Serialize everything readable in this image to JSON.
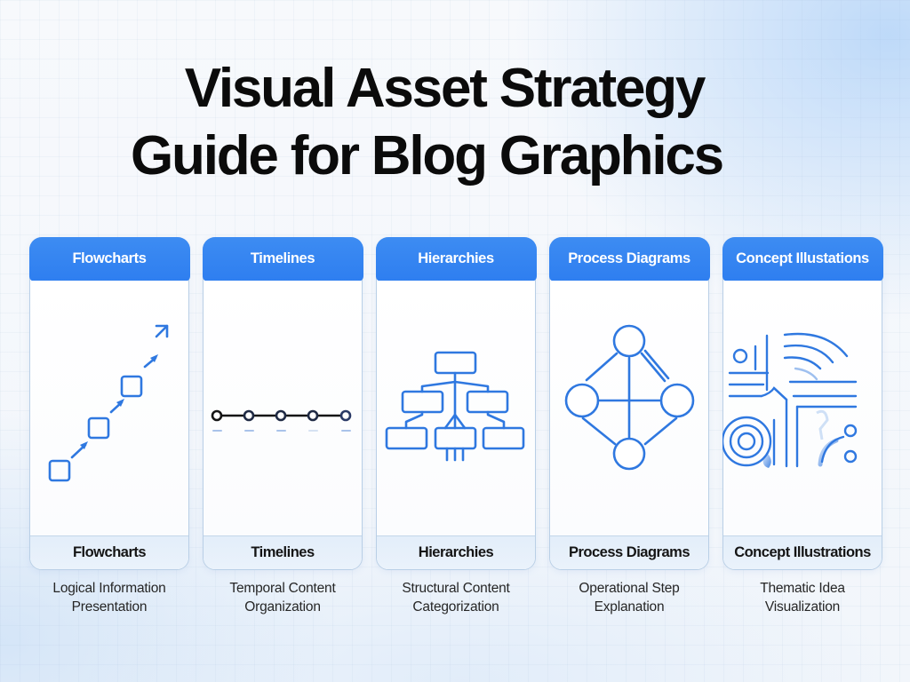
{
  "title": {
    "line1": "Visual Asset Strategy",
    "line2": "Guide for Blog Graphics"
  },
  "colors": {
    "accent": "#2e7ef0",
    "icon_stroke": "#2f78e0",
    "footer_bg": "#e6f0fb",
    "text_dark": "#151515"
  },
  "cards": [
    {
      "header": "Flowcharts",
      "icon": "flowchart-steps-icon",
      "footer": "Flowcharts",
      "desc_line1": "Logical Information",
      "desc_line2": "Presentation"
    },
    {
      "header": "Timelines",
      "icon": "timeline-icon",
      "footer": "Timelines",
      "desc_line1": "Temporal Content",
      "desc_line2": "Organization"
    },
    {
      "header": "Hierarchies",
      "icon": "hierarchy-tree-icon",
      "footer": "Hierarchies",
      "desc_line1": "Structural Content",
      "desc_line2": "Categorization"
    },
    {
      "header": "Process Diagrams",
      "icon": "process-network-icon",
      "footer": "Process Diagrams",
      "desc_line1": "Operational Step",
      "desc_line2": "Explanation"
    },
    {
      "header": "Concept Illustations",
      "icon": "concept-abstract-icon",
      "footer": "Concept Illustrations",
      "desc_line1": "Thematic Idea",
      "desc_line2": "Visualization"
    }
  ]
}
